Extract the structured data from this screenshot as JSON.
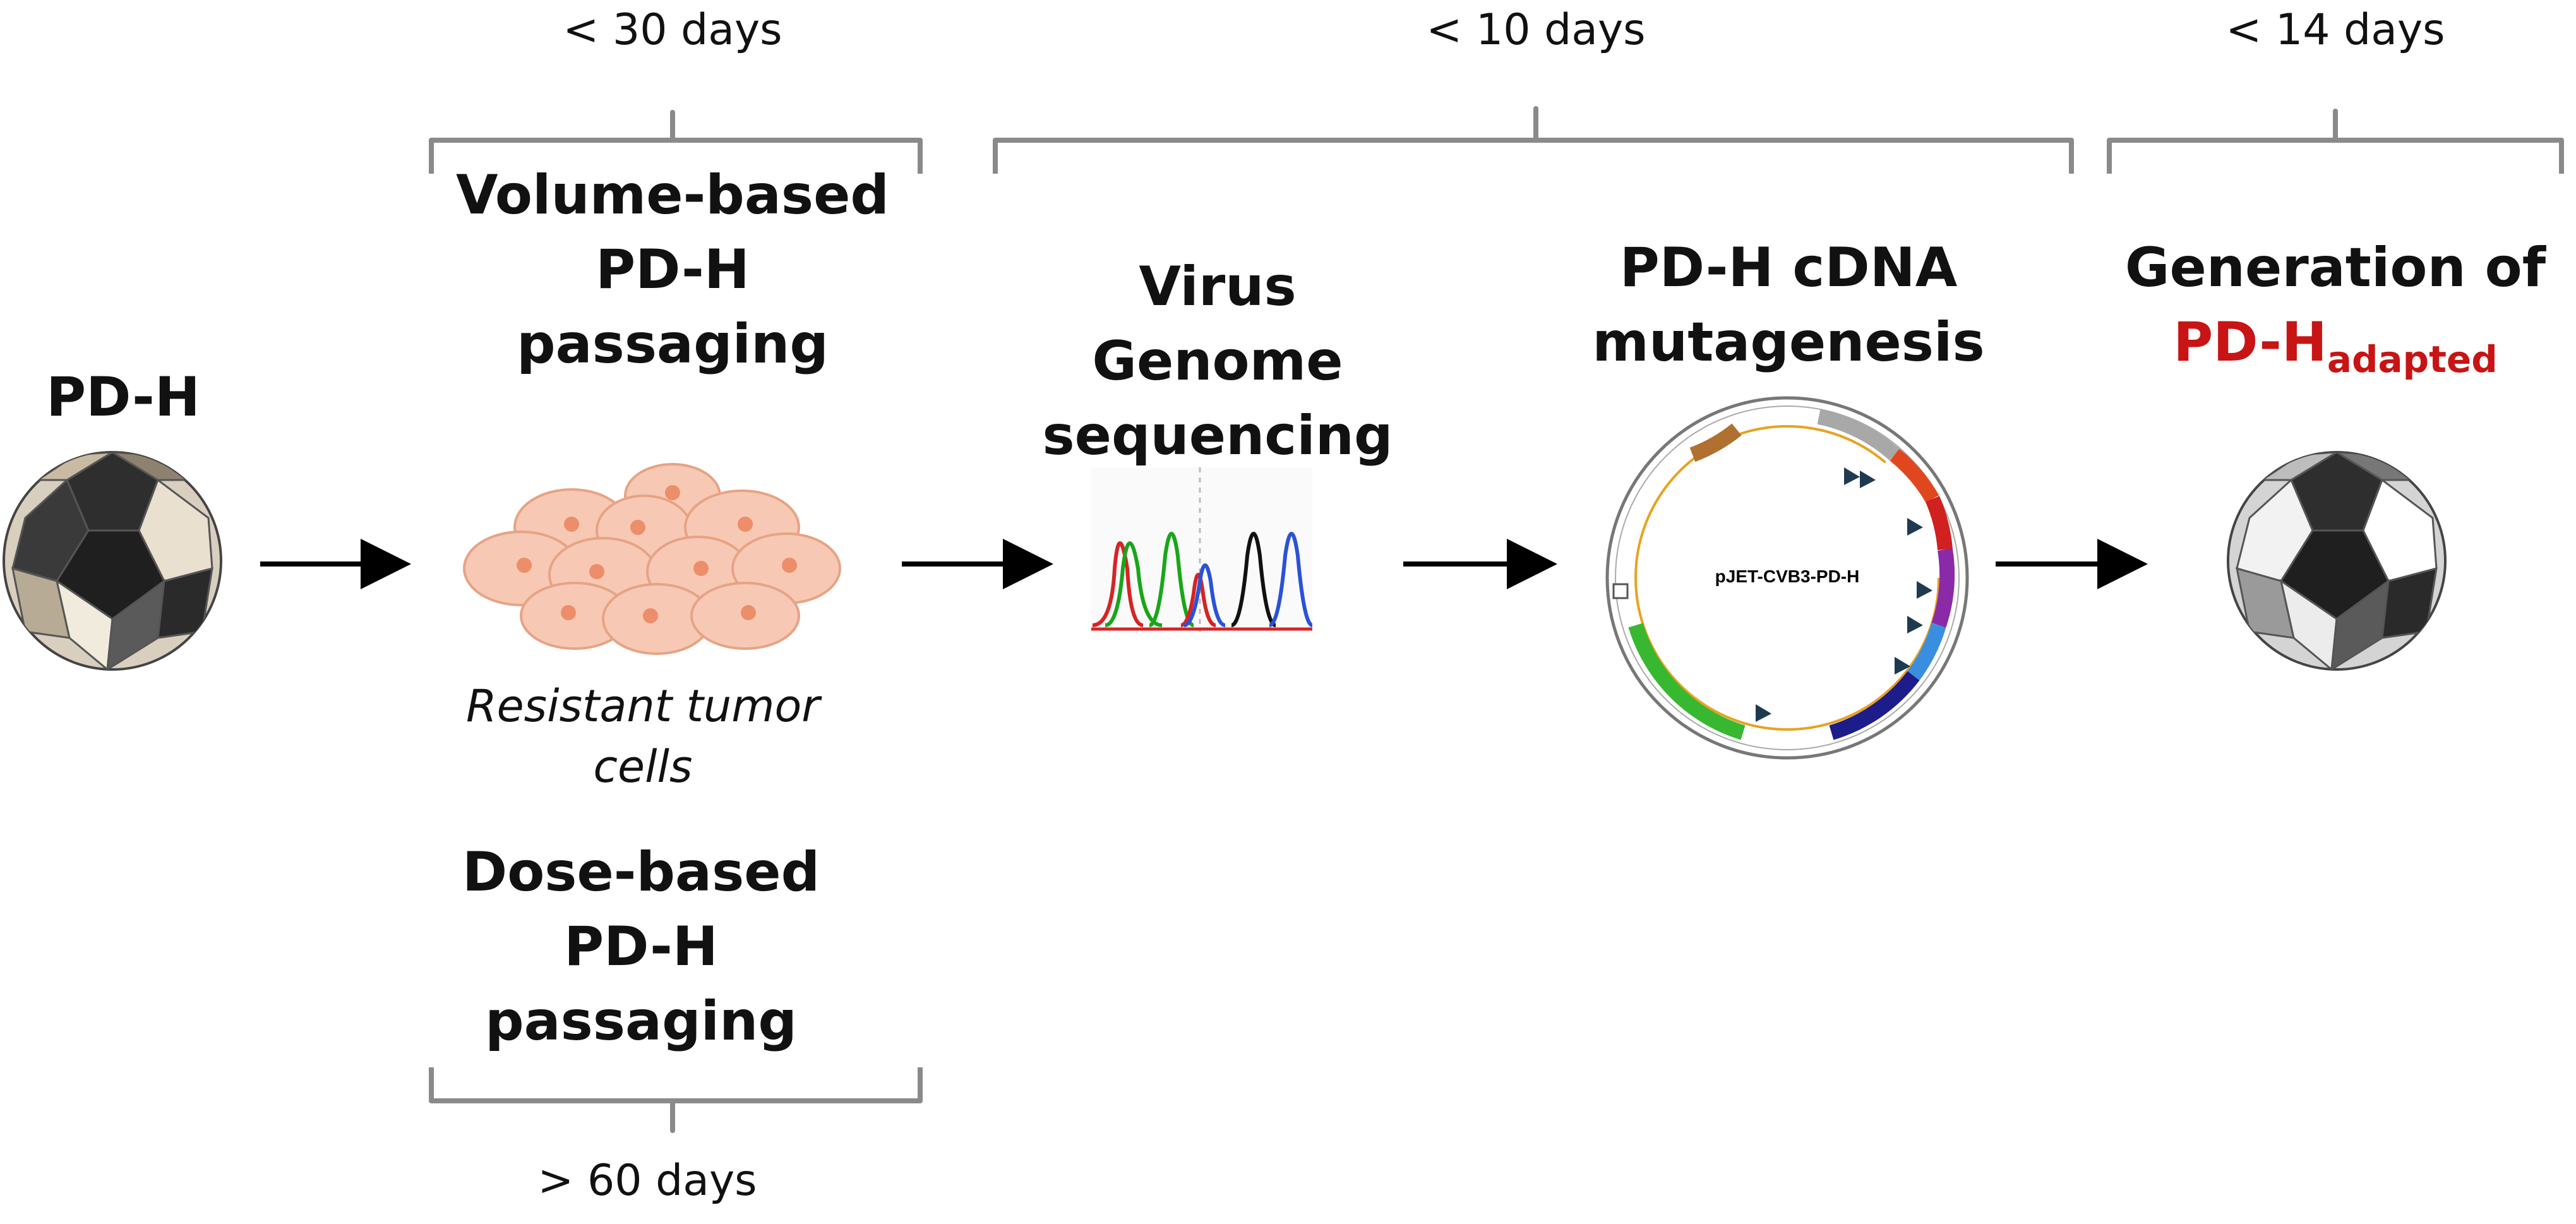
{
  "durations": {
    "passaging_top": "< 30 days",
    "sequencing_mutagenesis": "< 10 days",
    "generation": "< 14 days",
    "passaging_bottom": "> 60 days"
  },
  "start_label": "PD-H",
  "volume_passaging": {
    "line1": "Volume-based",
    "line2": "PD-H",
    "line3": "passaging"
  },
  "cells_label": {
    "line1": "Resistant tumor",
    "line2": "cells"
  },
  "dose_passaging": {
    "line1": "Dose-based",
    "line2": "PD-H",
    "line3": "passaging"
  },
  "sequencing": {
    "line1": "Virus",
    "line2": "Genome",
    "line3": "sequencing"
  },
  "mutagenesis": {
    "line1": "PD-H cDNA",
    "line2": "mutagenesis"
  },
  "plasmid_name": "pJET-CVB3-PD-H",
  "generation": {
    "line1": "Generation of",
    "product_main": "PD-H",
    "product_sub": "adapted"
  },
  "colors": {
    "accent_red": "#c81414",
    "bracket": "#8a8a8a",
    "cell_fill": "#f7c9b4",
    "cell_nucleus": "#ec8e6a"
  }
}
